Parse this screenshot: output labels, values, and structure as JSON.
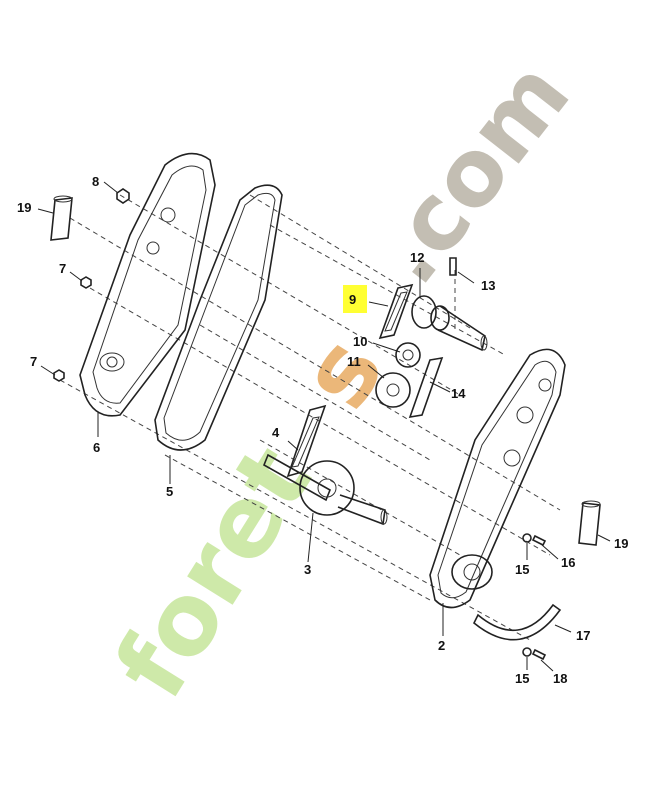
{
  "watermark": {
    "text_main": "foret",
    "text_accent": "s",
    "text_domain": ".com",
    "accent_color": "#e9b06b",
    "main_color": "#c9e7a0",
    "domain_color": "#b9b3a6"
  },
  "highlight_color": "#ffff33",
  "callouts": {
    "c2": "2",
    "c3": "3",
    "c4": "4",
    "c5": "5",
    "c6": "6",
    "c7a": "7",
    "c7b": "7",
    "c8": "8",
    "c9": "9",
    "c10": "10",
    "c11": "11",
    "c12": "12",
    "c13": "13",
    "c14": "14",
    "c15a": "15",
    "c15b": "15",
    "c16": "16",
    "c17": "17",
    "c18": "18",
    "c19a": "19",
    "c19b": "19"
  },
  "highlighted_callout": "9"
}
